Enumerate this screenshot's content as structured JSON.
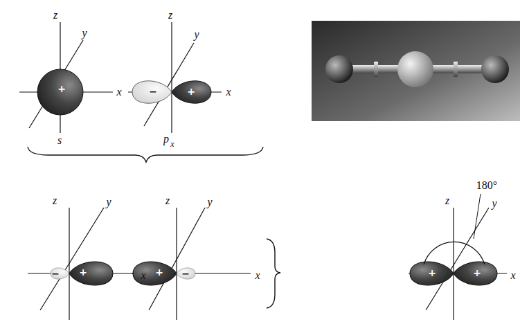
{
  "diagram": {
    "labels": [
      "z",
      "y",
      "x",
      "+",
      "s",
      "z",
      "y",
      "x",
      "−",
      "+",
      "p",
      "x",
      "z",
      "y",
      "x",
      "−",
      "+",
      "z",
      "y",
      "x",
      "+",
      "−",
      "z",
      "180°",
      "y",
      "x",
      "+",
      "+"
    ]
  }
}
